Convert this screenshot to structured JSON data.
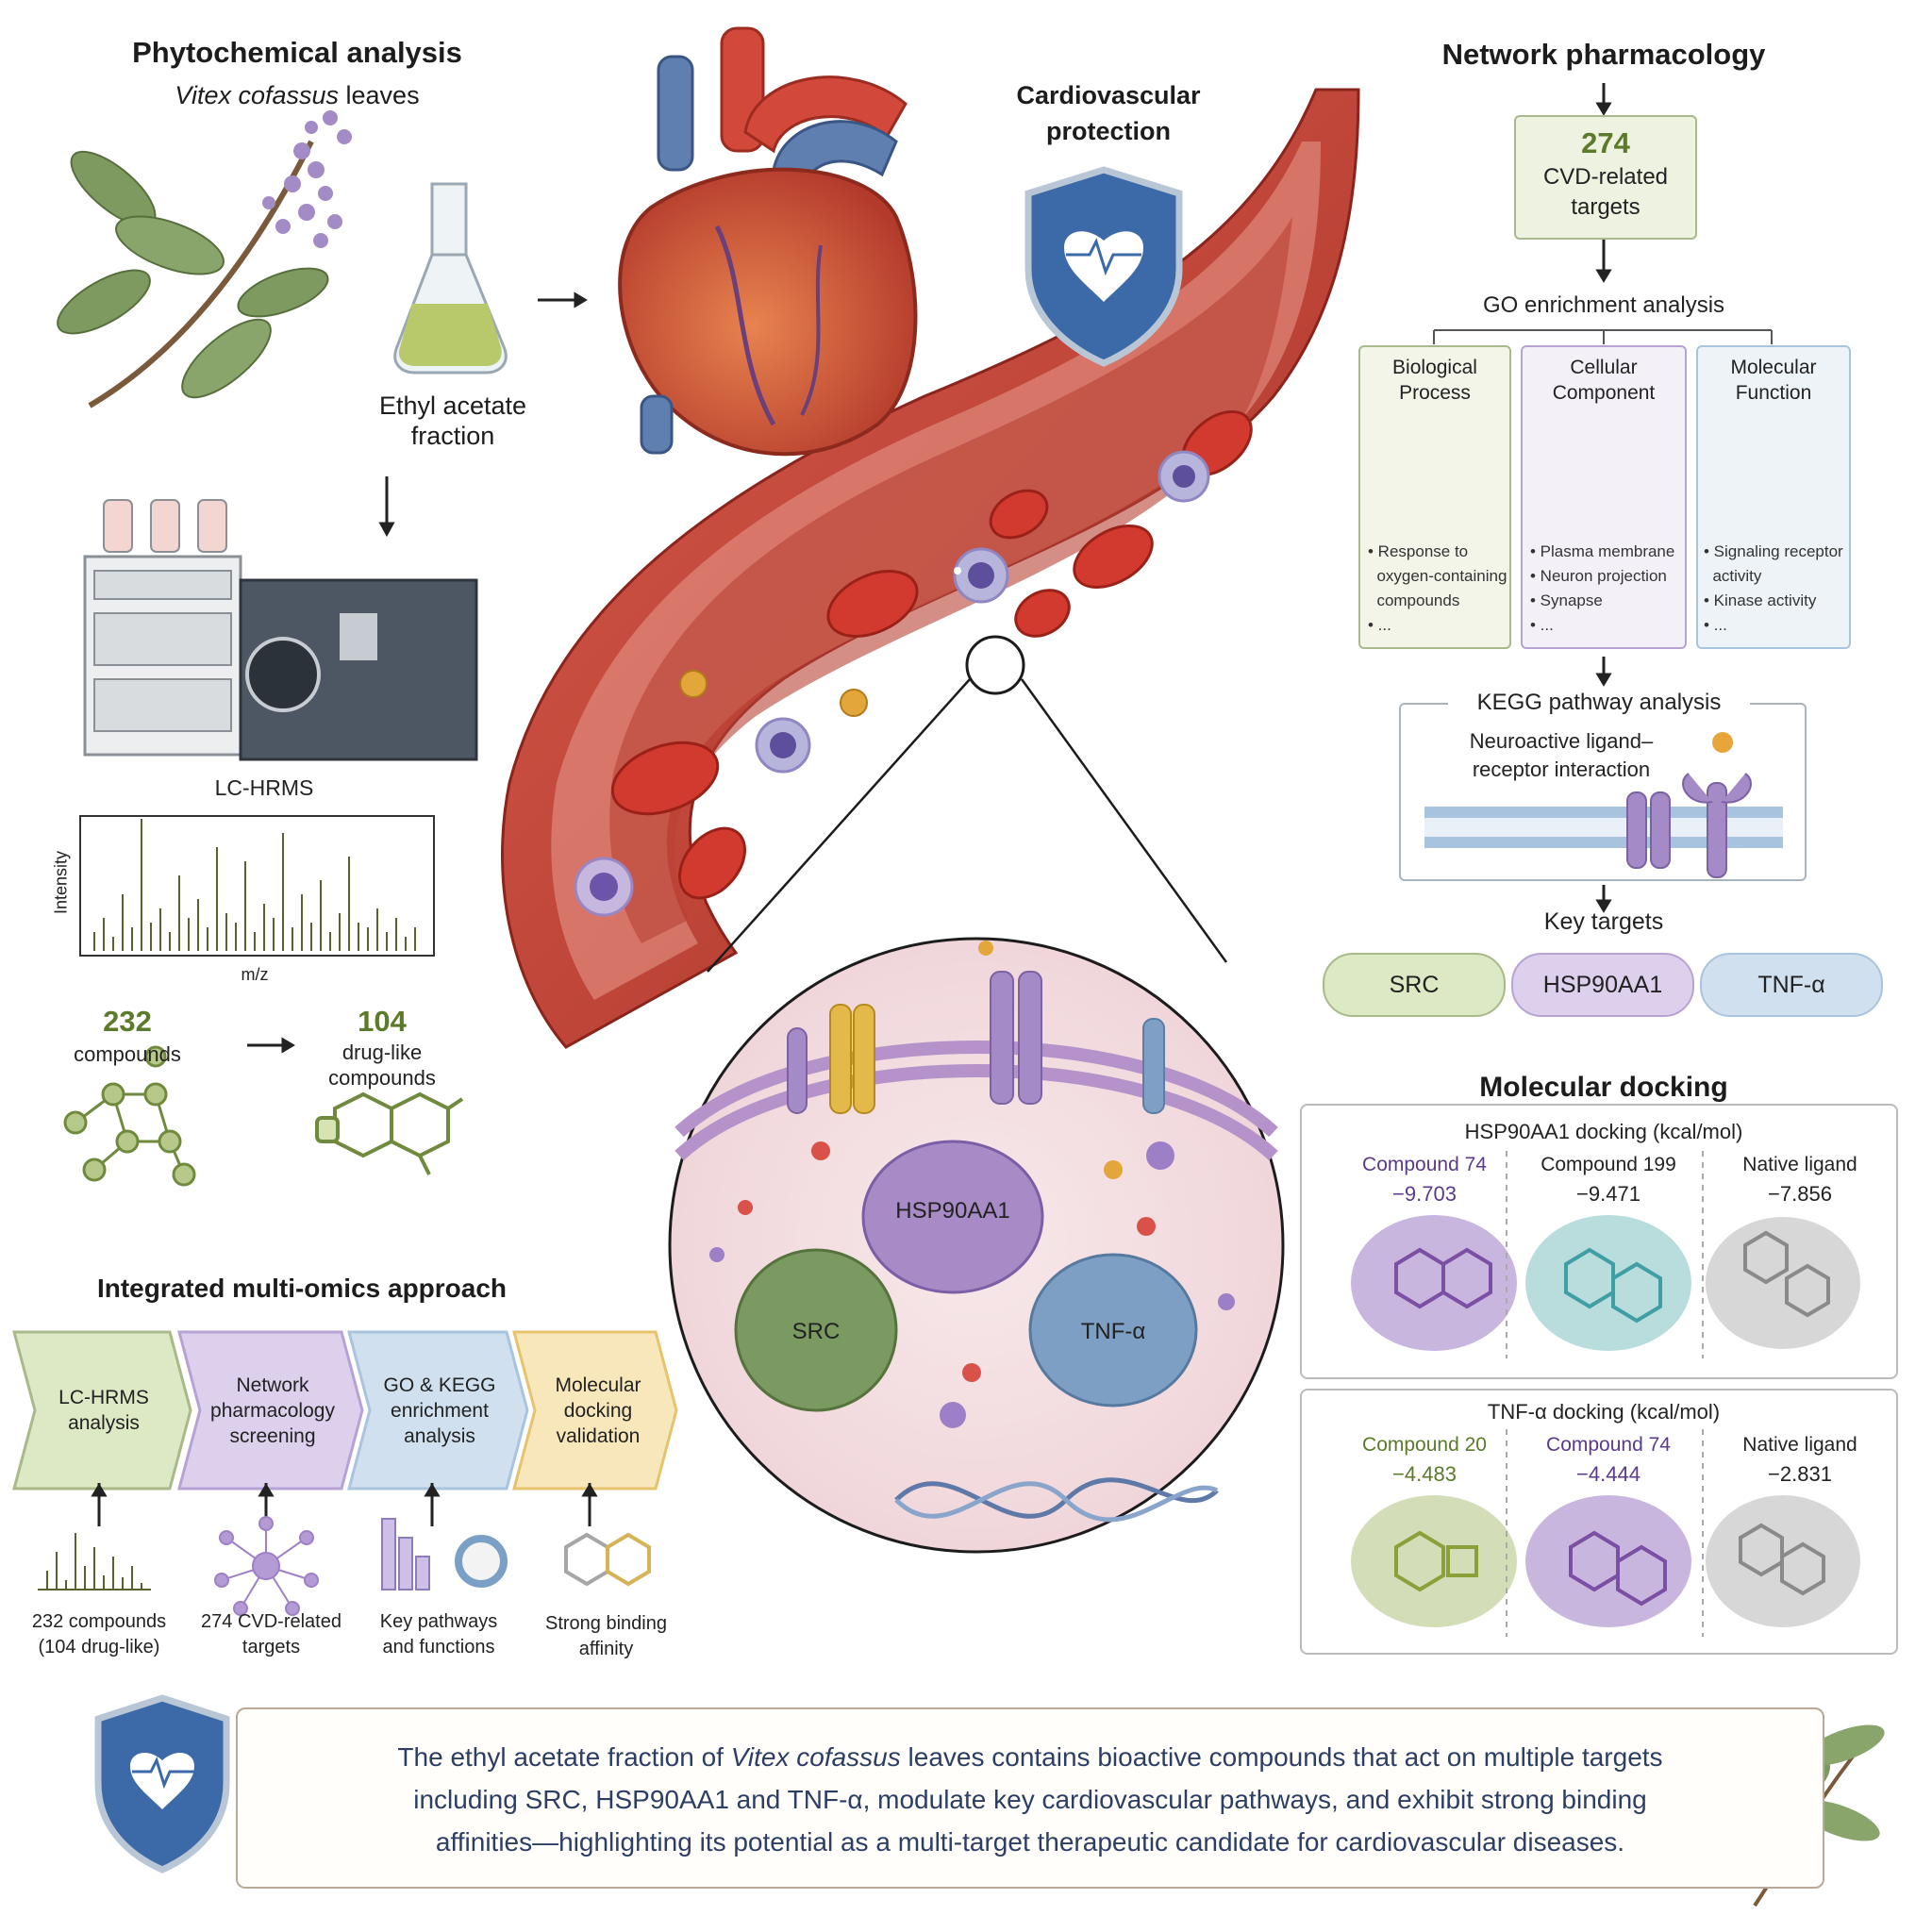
{
  "phyto": {
    "title": "Phytochemical analysis",
    "subtitle_italic": "Vitex cofassus",
    "subtitle_rest": " leaves",
    "fraction_line1": "Ethyl acetate",
    "fraction_line2": "fraction",
    "instrument_label": "LC-HRMS",
    "ms_ylabel": "Intensity",
    "ms_xlabel": "m/z",
    "compounds_count": "232",
    "compounds_label": "compounds",
    "druglike_count": "104",
    "druglike_line1": "drug-like",
    "druglike_line2": "compounds"
  },
  "center": {
    "protection_line1": "Cardiovascular",
    "protection_line2": "protection",
    "protein_hsp": "HSP90AA1",
    "protein_src": "SRC",
    "protein_tnf": "TNF-α"
  },
  "network": {
    "title": "Network pharmacology",
    "targets_count": "274",
    "targets_line1": "CVD-related",
    "targets_line2": "targets",
    "go_title": "GO enrichment analysis",
    "go_boxes": [
      {
        "title1": "Biological",
        "title2": "Process",
        "b1": "• Response to",
        "b2": "  oxygen-containing",
        "b3": "  compounds",
        "b4": "• ..."
      },
      {
        "title1": "Cellular",
        "title2": "Component",
        "b1": "• Plasma membrane",
        "b2": "• Neuron projection",
        "b3": "• Synapse",
        "b4": "• ..."
      },
      {
        "title1": "Molecular",
        "title2": "Function",
        "b1": "• Signaling receptor",
        "b2": "  activity",
        "b3": "• Kinase activity",
        "b4": "• ..."
      }
    ],
    "kegg_title": "KEGG pathway analysis",
    "kegg_line1": "Neuroactive ligand–",
    "kegg_line2": "receptor interaction",
    "key_targets_title": "Key targets",
    "key_targets": [
      "SRC",
      "HSP90AA1",
      "TNF-α"
    ]
  },
  "docking": {
    "title": "Molecular docking",
    "hsp_title": "HSP90AA1 docking (kcal/mol)",
    "hsp": [
      {
        "name": "Compound 74",
        "value": "−9.703"
      },
      {
        "name": "Compound 199",
        "value": "−9.471"
      },
      {
        "name": "Native ligand",
        "value": "−7.856"
      }
    ],
    "tnf_title": "TNF-α docking (kcal/mol)",
    "tnf": [
      {
        "name": "Compound 20",
        "value": "−4.483"
      },
      {
        "name": "Compound 74",
        "value": "−4.444"
      },
      {
        "name": "Native ligand",
        "value": "−2.831"
      }
    ]
  },
  "multiomics": {
    "title": "Integrated multi-omics approach",
    "steps": [
      {
        "line1": "LC-HRMS",
        "line2": "analysis",
        "line3": "",
        "cap1": "232 compounds",
        "cap2": "(104 drug-like)"
      },
      {
        "line1": "Network",
        "line2": "pharmacology",
        "line3": "screening",
        "cap1": "274 CVD-related",
        "cap2": "targets"
      },
      {
        "line1": "GO & KEGG",
        "line2": "enrichment",
        "line3": "analysis",
        "cap1": "Key pathways",
        "cap2": "and functions"
      },
      {
        "line1": "Molecular",
        "line2": "docking",
        "line3": "validation",
        "cap1": "Strong binding",
        "cap2": "affinity"
      }
    ]
  },
  "conclusion": {
    "l1_pre": "The ethyl acetate fraction of ",
    "l1_italic": "Vitex cofassus",
    "l1_post": " leaves contains bioactive compounds that act on multiple targets",
    "l2": "including SRC, HSP90AA1  and TNF-α, modulate key cardiovascular pathways, and exhibit strong binding",
    "l3": "affinities—highlighting its potential as a multi-target therapeutic candidate for cardiovascular diseases."
  },
  "colors": {
    "green_box": "#eef2e1",
    "green_border": "#a9b98a",
    "purple": "#b7a2d4",
    "blue": "#a9c4de",
    "yellow": "#f4d58c",
    "vessel": "#c0443a",
    "purple_text": "#5a3a8a"
  }
}
